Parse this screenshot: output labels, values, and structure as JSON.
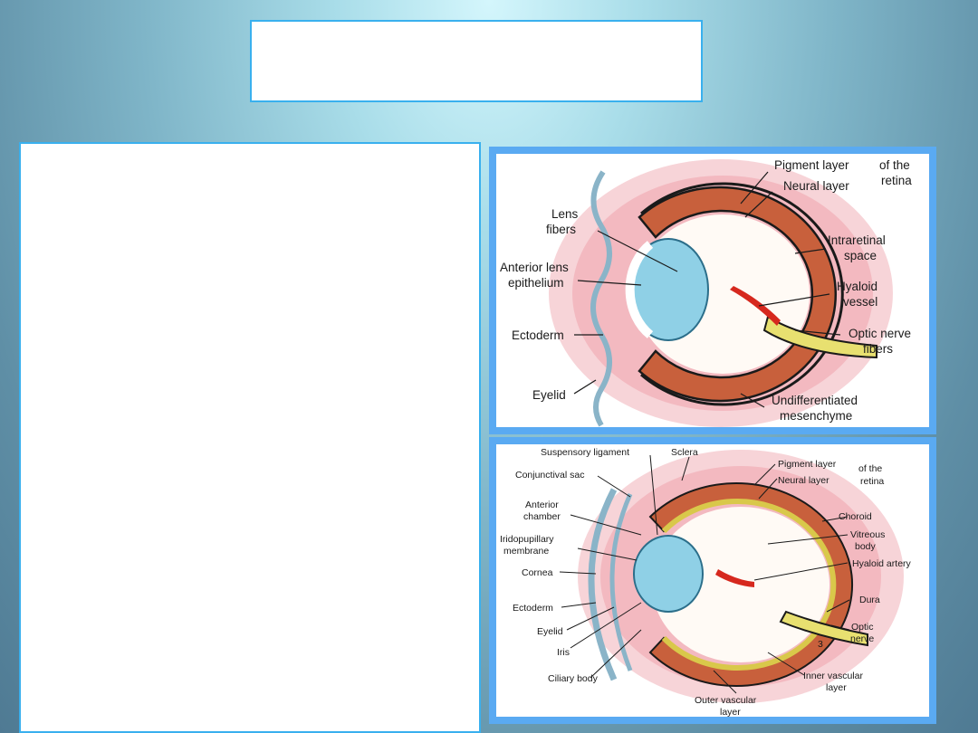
{
  "slide": {
    "title": "",
    "body_text": ""
  },
  "figure_top": {
    "labels": {
      "pigment_layer": "Pigment layer",
      "neural_layer": "Neural layer",
      "of_the_retina_1": "of the",
      "of_the_retina_2": "retina",
      "lens_fibers_1": "Lens",
      "lens_fibers_2": "fibers",
      "intraretinal_1": "Intraretinal",
      "intraretinal_2": "space",
      "anterior_lens_1": "Anterior lens",
      "anterior_lens_2": "epithelium",
      "hyaloid_1": "Hyaloid",
      "hyaloid_2": "vessel",
      "ectoderm": "Ectoderm",
      "optic_1": "Optic nerve",
      "optic_2": "fibers",
      "eyelid": "Eyelid",
      "undiff_1": "Undifferentiated",
      "undiff_2": "mesenchyme"
    }
  },
  "figure_bottom": {
    "labels": {
      "suspensory": "Suspensory ligament",
      "sclera": "Sclera",
      "pigment_layer": "Pigment layer",
      "neural_layer": "Neural layer",
      "of_the": "of the",
      "retina": "retina",
      "conjunctival": "Conjunctival sac",
      "anterior_1": "Anterior",
      "anterior_2": "chamber",
      "choroid": "Choroid",
      "vitreous_1": "Vitreous",
      "vitreous_2": "body",
      "irido_1": "Iridopupillary",
      "irido_2": "membrane",
      "hyaloid_artery": "Hyaloid artery",
      "cornea": "Cornea",
      "ectoderm": "Ectoderm",
      "dura": "Dura",
      "eyelid": "Eyelid",
      "optic_1": "Optic",
      "optic_2": "nerve",
      "iris": "Iris",
      "ciliary": "Ciliary body",
      "inner_1": "Inner vascular",
      "inner_2": "layer",
      "outer_1": "Outer vascular",
      "outer_2": "layer",
      "page_mark": "3"
    }
  },
  "colors": {
    "mesenchyme": "#f6c9ce",
    "retina": "#c8603c",
    "lens": "#8fd0e6",
    "vessel": "#d6281e",
    "nerve": "#e8e070",
    "frame": "#5aaaf2",
    "border": "#39b0ee"
  }
}
